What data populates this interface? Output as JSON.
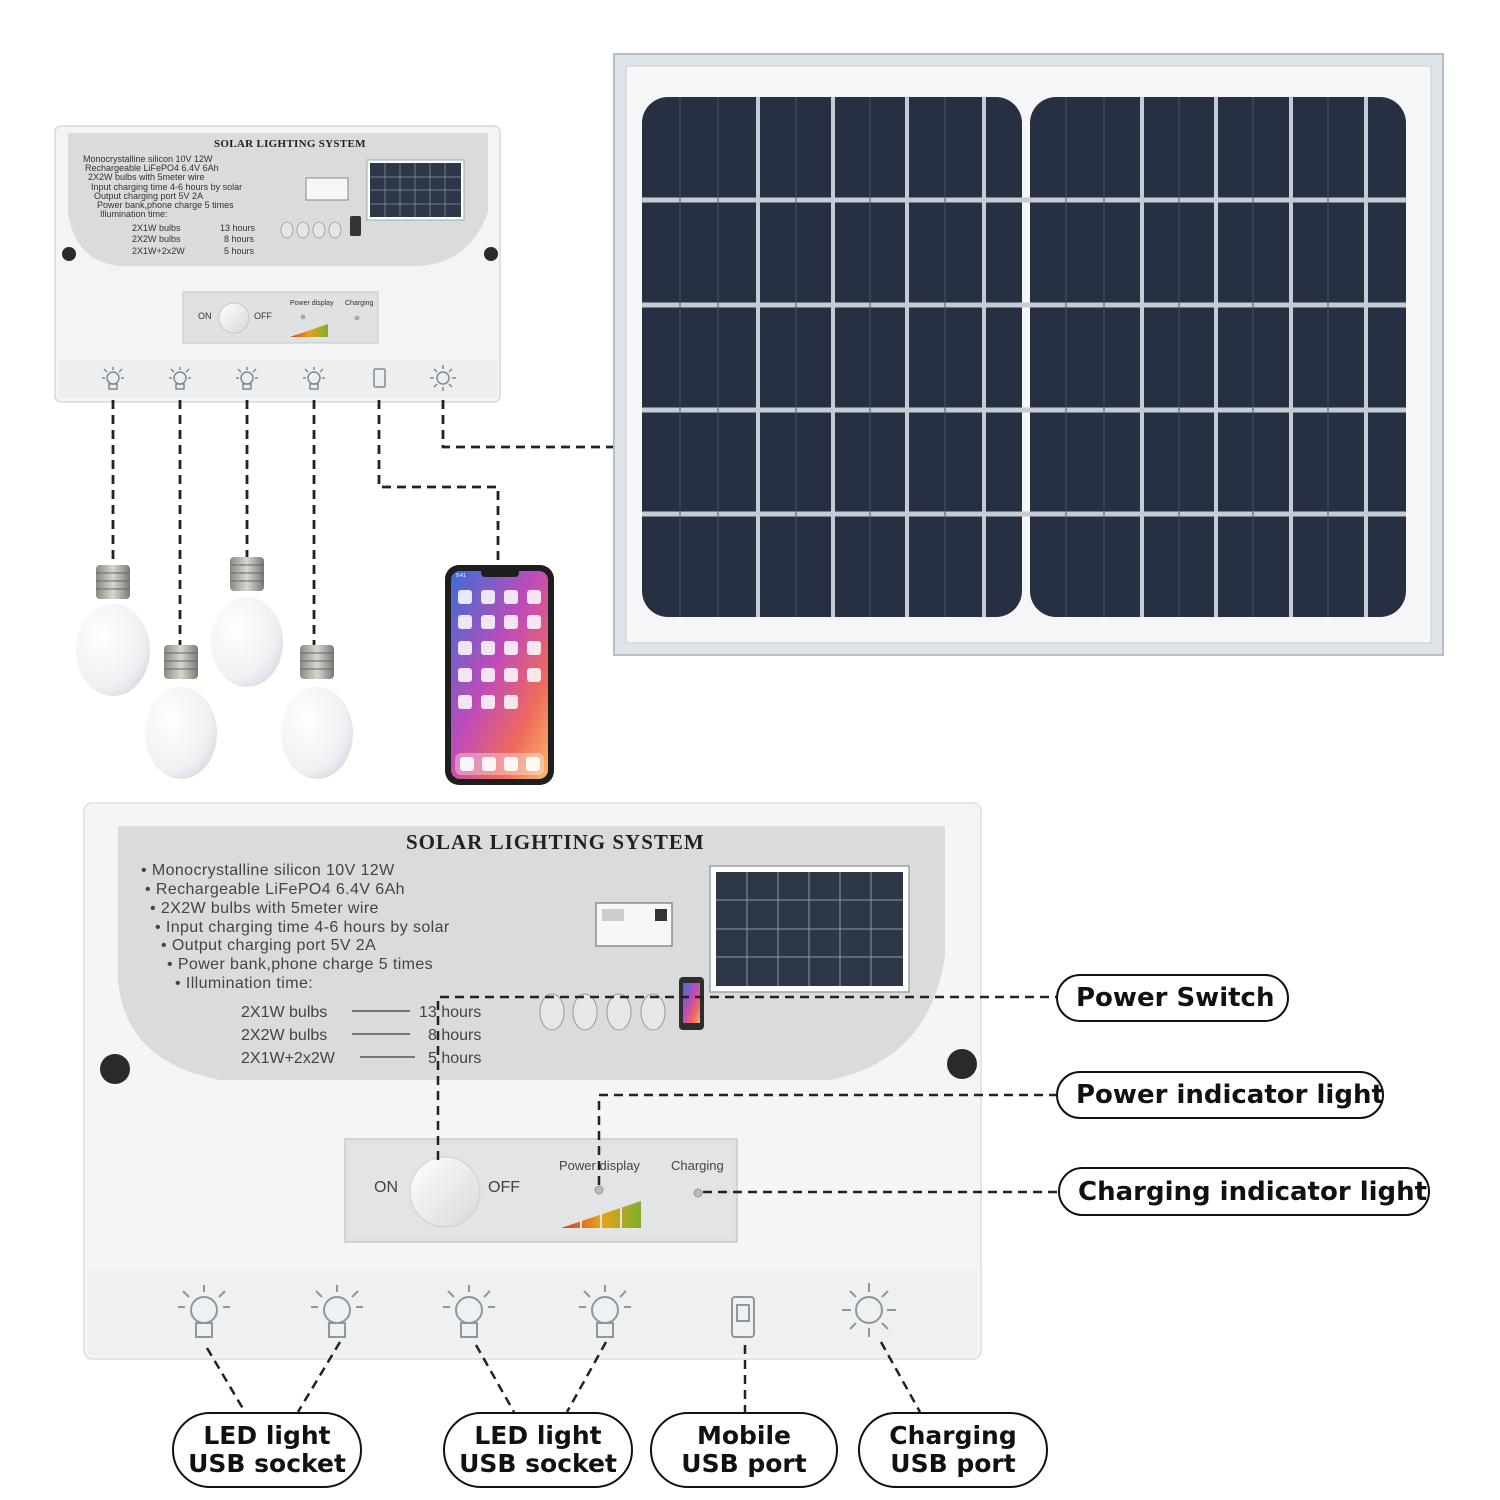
{
  "product": {
    "title": "SOLAR LIGHTING SYSTEM",
    "specs": [
      "Monocrystalline silicon 10V 12W",
      "Rechargeable LiFePO4 6.4V   6Ah",
      "2X2W bulbs with 5meter wire",
      "Input charging time 4-6 hours by solar",
      "Output charging port 5V 2A",
      "Power bank,phone charge 5 times",
      "Illumination time:"
    ],
    "illumination": [
      {
        "config": "2X1W bulbs",
        "hours": "13 hours"
      },
      {
        "config": "2X2W bulbs",
        "hours": "8 hours"
      },
      {
        "config": "2X1W+2x2W",
        "hours": "5 hours"
      }
    ]
  },
  "panel": {
    "on_label": "ON",
    "off_label": "OFF",
    "power_display_label": "Power display",
    "charging_label": "Charging"
  },
  "callouts": {
    "power_switch": "Power Switch",
    "power_indicator": "Power indicator light",
    "charging_indicator": "Charging indicator light"
  },
  "port_labels": [
    {
      "line1": "LED light",
      "line2": "USB socket"
    },
    {
      "line1": "LED light",
      "line2": "USB socket"
    },
    {
      "line1": "Mobile",
      "line2": "USB port"
    },
    {
      "line1": "Charging",
      "line2": "USB port"
    }
  ],
  "phone": {
    "status_time": "9:41"
  },
  "colors": {
    "solar_cell": "#263042",
    "solar_frame": "#dfe4ea",
    "housing": "#f4f5f6",
    "label_plate": "#d9dbdc",
    "bulb": "#f2f4f6",
    "callout_border": "#111111"
  }
}
